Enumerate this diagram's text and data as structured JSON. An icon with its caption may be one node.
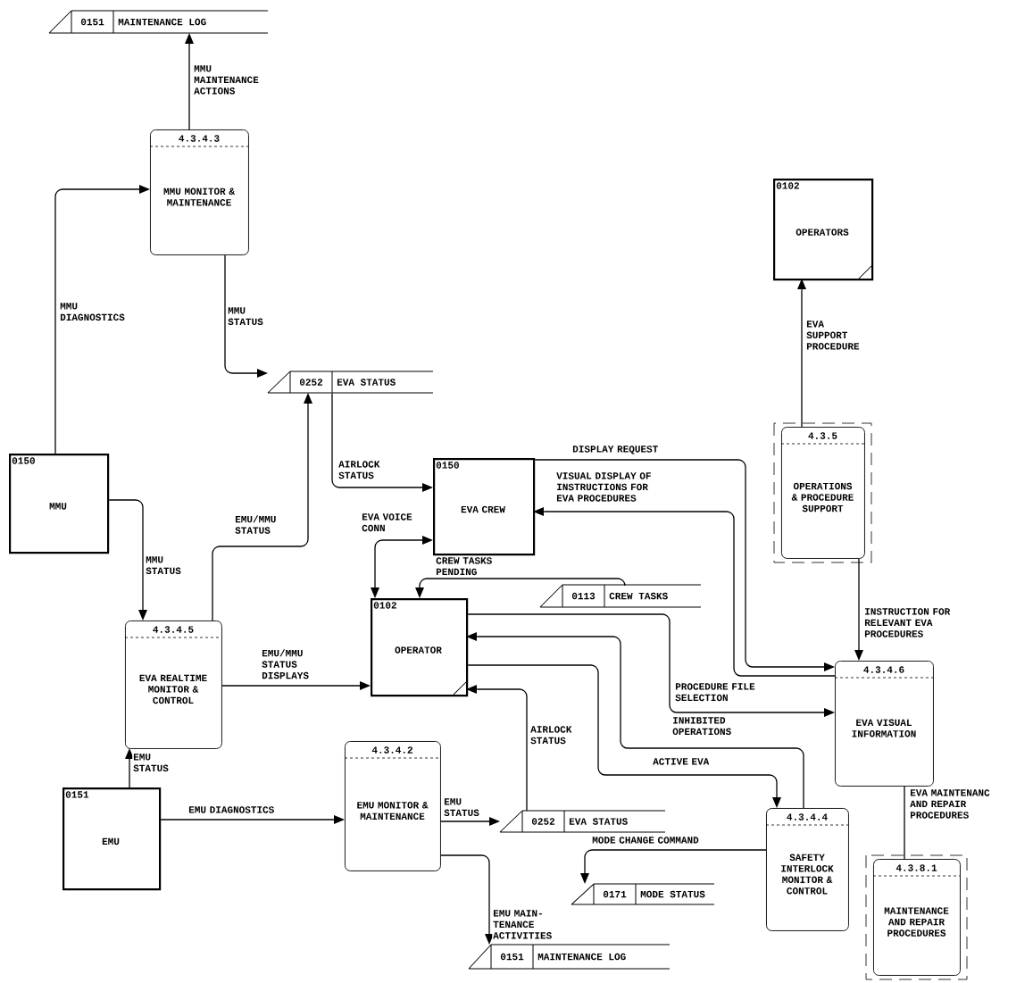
{
  "diagram": {
    "nodes": [
      {
        "text": [
          "0151",
          "MAINTENANCE LOG"
        ]
      },
      {
        "text": [
          "4.3.4.3",
          "MMU MONITOR & MAINTENANCE"
        ]
      },
      {
        "text": [
          "0102",
          "OPERATORS"
        ]
      },
      {
        "text": [
          "0252",
          "EVA STATUS"
        ]
      },
      {
        "text": [
          "4.3.5",
          "OPERATIONS & PROCEDURE SUPPORT"
        ]
      },
      {
        "text": [
          "0150",
          "MMU"
        ]
      },
      {
        "text": [
          "0150",
          "EVA CREW"
        ]
      },
      {
        "text": [
          "0113",
          "CREW TASKS"
        ]
      },
      {
        "text": [
          "0102",
          "OPERATOR"
        ]
      },
      {
        "text": [
          "4.3.4.5",
          "EVA REALTIME MONITOR & CONTROL"
        ]
      },
      {
        "text": [
          "4.3.4.6",
          "EVA VISUAL INFORMATION"
        ]
      },
      {
        "text": [
          "0151",
          "EMU"
        ]
      },
      {
        "text": [
          "4.3.4.2",
          "EMU MONITOR & MAINTENANCE"
        ]
      },
      {
        "text": [
          "0252",
          "EVA STATUS"
        ]
      },
      {
        "text": [
          "4.3.4.4",
          "SAFETY INTERLOCK MONITOR & CONTROL"
        ]
      },
      {
        "text": [
          "4.3.8.1",
          "MAINTENANCE AND REPAIR PROCEDURES"
        ]
      },
      {
        "text": [
          "0171",
          "MODE STATUS"
        ]
      },
      {
        "text": [
          "0151",
          "MAINTENANCE LOG"
        ]
      }
    ],
    "edges": [
      {
        "from": 1,
        "to": 0,
        "arrow": "to",
        "label": "MMU MAINTENANCE ACTIONS"
      },
      {
        "from": 5,
        "to": 1,
        "arrow": "to",
        "label": "MMU DIAGNOSTICS"
      },
      {
        "from": 1,
        "to": 3,
        "arrow": "to",
        "label": "MMU STATUS"
      },
      {
        "from": 5,
        "to": 9,
        "arrow": "to",
        "label": "MMU STATUS"
      },
      {
        "from": 9,
        "to": 3,
        "arrow": "to",
        "label": "EMU/MMU STATUS"
      },
      {
        "from": 3,
        "to": 6,
        "arrow": "to",
        "label": "AIRLOCK STATUS"
      },
      {
        "from": 8,
        "to": 6,
        "arrow": "both",
        "label": "EVA VOICE CONN"
      },
      {
        "from": 7,
        "to": 8,
        "arrow": "to",
        "label": "CREW TASKS PENDING"
      },
      {
        "from": 6,
        "to": 10,
        "arrow": "to",
        "label": "DISPLAY REQUEST"
      },
      {
        "from": 10,
        "to": 6,
        "arrow": "to",
        "label": "VISUAL DISPLAY OF INSTRUCTIONS FOR EVA PROCEDURES"
      },
      {
        "from": 4,
        "to": 2,
        "arrow": "to",
        "label": "EVA SUPPORT PROCEDURE"
      },
      {
        "from": 4,
        "to": 10,
        "arrow": "to",
        "label": "INSTRUCTION FOR RELEVANT EVA PROCEDURES"
      },
      {
        "from": 9,
        "to": 8,
        "arrow": "to",
        "label": "EMU/MMU STATUS DISPLAYS"
      },
      {
        "from": 8,
        "to": 10,
        "arrow": "to",
        "label": "PROCEDURE FILE SELECTION"
      },
      {
        "from": 14,
        "to": 8,
        "arrow": "to",
        "label": "INHIBITED OPERATIONS"
      },
      {
        "from": 8,
        "to": 14,
        "arrow": "to",
        "label": "ACTIVE EVA"
      },
      {
        "from": 13,
        "to": 8,
        "arrow": "to",
        "label": "AIRLOCK STATUS"
      },
      {
        "from": 11,
        "to": 9,
        "arrow": "to",
        "label": "EMU STATUS"
      },
      {
        "from": 11,
        "to": 12,
        "arrow": "to",
        "label": "EMU DIAGNOSTICS"
      },
      {
        "from": 12,
        "to": 13,
        "arrow": "to",
        "label": "EMU STATUS"
      },
      {
        "from": 12,
        "to": 17,
        "arrow": "to",
        "label": "EMU MAIN- TENANCE ACTIVITIES"
      },
      {
        "from": 14,
        "to": 16,
        "arrow": "to",
        "label": "MODE CHANGE COMMAND"
      },
      {
        "from": 15,
        "to": 10,
        "arrow": "none",
        "label": "EVA MAINTENANC AND REPAIR PROCEDURES"
      }
    ]
  }
}
